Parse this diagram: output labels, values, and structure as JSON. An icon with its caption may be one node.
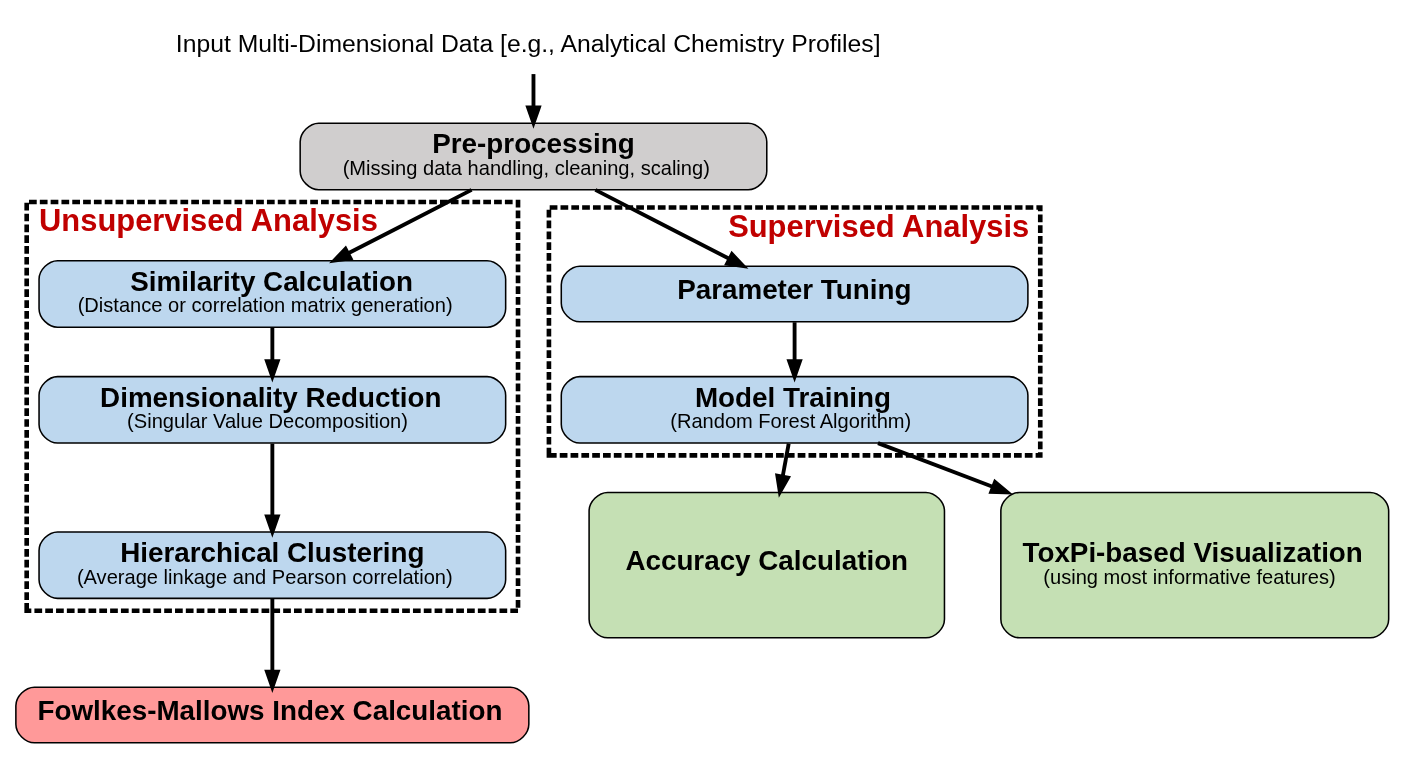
{
  "diagram": {
    "nodes": [
      {
        "text": [
          "Input Multi-Dimensional Data [e.g., Analytical Chemistry Profiles]"
        ]
      },
      {
        "text": [
          "Pre-processing",
          "(Missing data handling, cleaning, scaling)"
        ]
      },
      {
        "text": [
          "Unsupervised Analysis"
        ]
      },
      {
        "text": [
          "Similarity Calculation",
          "(Distance or correlation matrix generation)"
        ],
        "in": 2
      },
      {
        "text": [
          "Dimensionality Reduction",
          "(Singular Value Decomposition)"
        ],
        "in": 2
      },
      {
        "text": [
          "Hierarchical Clustering",
          "(Average linkage and Pearson correlation)"
        ],
        "in": 2
      },
      {
        "text": [
          "Supervised Analysis"
        ]
      },
      {
        "text": [
          "Parameter Tuning"
        ],
        "in": 6
      },
      {
        "text": [
          "Model Training",
          "(Random Forest Algorithm)"
        ],
        "in": 6
      },
      {
        "text": [
          "Fowlkes-Mallows Index Calculation"
        ]
      },
      {
        "text": [
          "Accuracy Calculation"
        ]
      },
      {
        "text": [
          "ToxPi-based Visualization",
          "(using most informative features)"
        ]
      }
    ],
    "edges": [
      {
        "from": 0,
        "to": 1,
        "arrow": "to"
      },
      {
        "from": 1,
        "to": 3,
        "arrow": "to"
      },
      {
        "from": 1,
        "to": 7,
        "arrow": "to"
      },
      {
        "from": 3,
        "to": 4,
        "arrow": "to"
      },
      {
        "from": 4,
        "to": 5,
        "arrow": "to"
      },
      {
        "from": 5,
        "to": 9,
        "arrow": "to"
      },
      {
        "from": 7,
        "to": 8,
        "arrow": "to"
      },
      {
        "from": 8,
        "to": 10,
        "arrow": "to"
      },
      {
        "from": 8,
        "to": 11,
        "arrow": "to"
      }
    ]
  }
}
